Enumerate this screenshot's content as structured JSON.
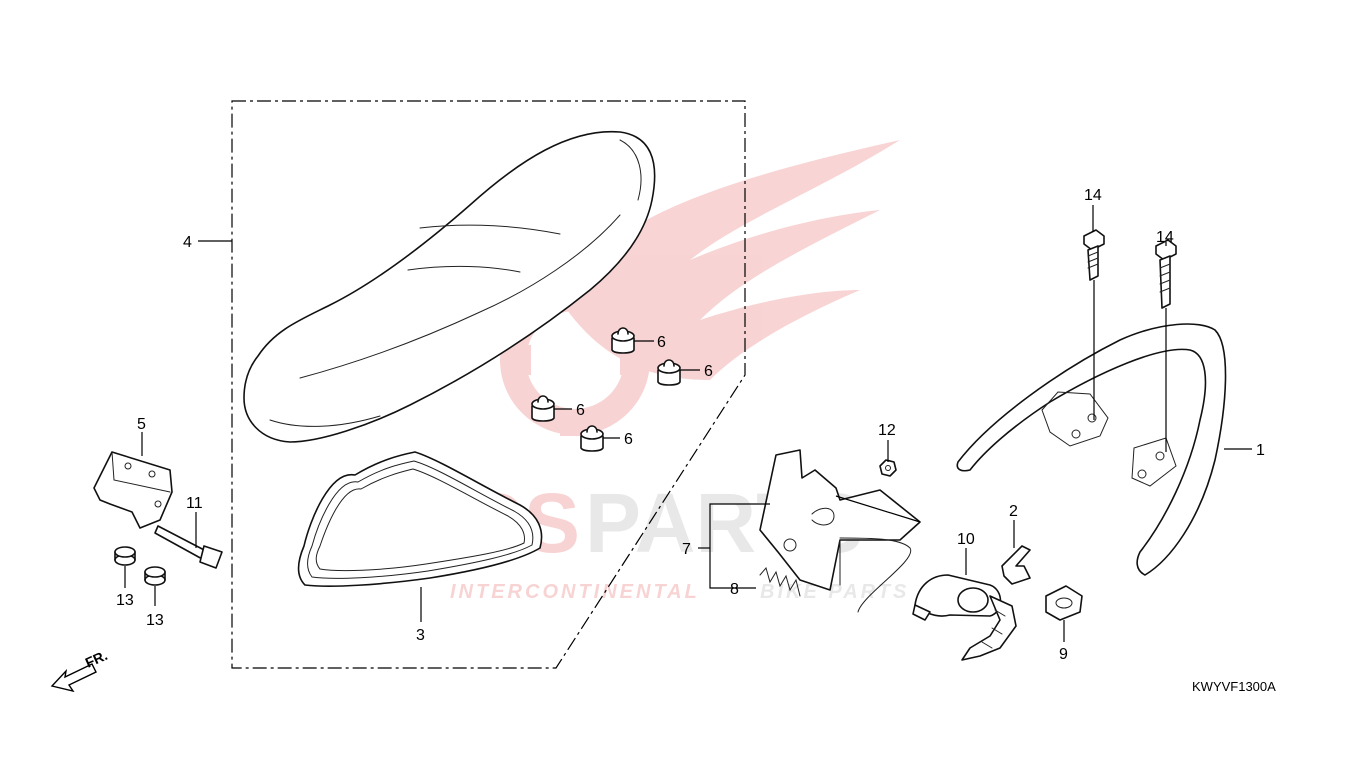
{
  "diagram": {
    "code": "KWYVF1300A",
    "front_marker": "FR."
  },
  "watermark": {
    "brand_left": "ICS",
    "brand_right": "PARTS",
    "tagline_left": "INTERCONTINENTAL",
    "tagline_right": "BIKE PARTS",
    "color": "#e03a3a"
  },
  "callouts": {
    "c1": "1",
    "c2": "2",
    "c3": "3",
    "c4": "4",
    "c5": "5",
    "c6a": "6",
    "c6b": "6",
    "c6c": "6",
    "c6d": "6",
    "c7": "7",
    "c8": "8",
    "c9": "9",
    "c10": "10",
    "c11": "11",
    "c12": "12",
    "c13a": "13",
    "c13b": "13",
    "c14a": "14",
    "c14b": "14"
  }
}
